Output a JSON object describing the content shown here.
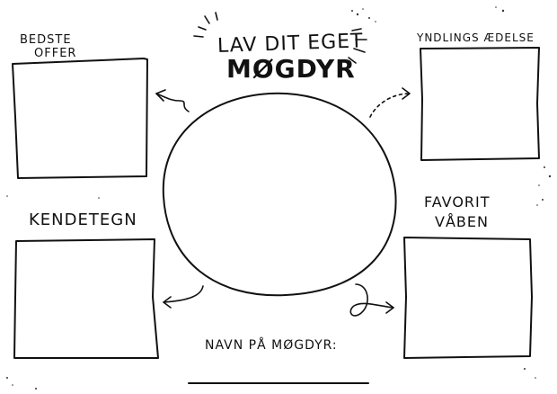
{
  "title": {
    "line1": "LAV DIT EGET",
    "line2": "MØGDYR"
  },
  "boxes": {
    "best_victim": {
      "label_line1": "BEDSTE",
      "label_line2": "OFFER"
    },
    "favorite_food": {
      "label": "YNDLINGS ÆDELSE"
    },
    "traits": {
      "label": "KENDETEGN"
    },
    "favorite_weapon": {
      "label_line1": "FAVORIT",
      "label_line2": "VÅBEN"
    }
  },
  "name_field": {
    "label": "NAVN PÅ MØGDYR:",
    "value": ""
  },
  "colors": {
    "ink": "#111111",
    "paper": "#ffffff"
  }
}
